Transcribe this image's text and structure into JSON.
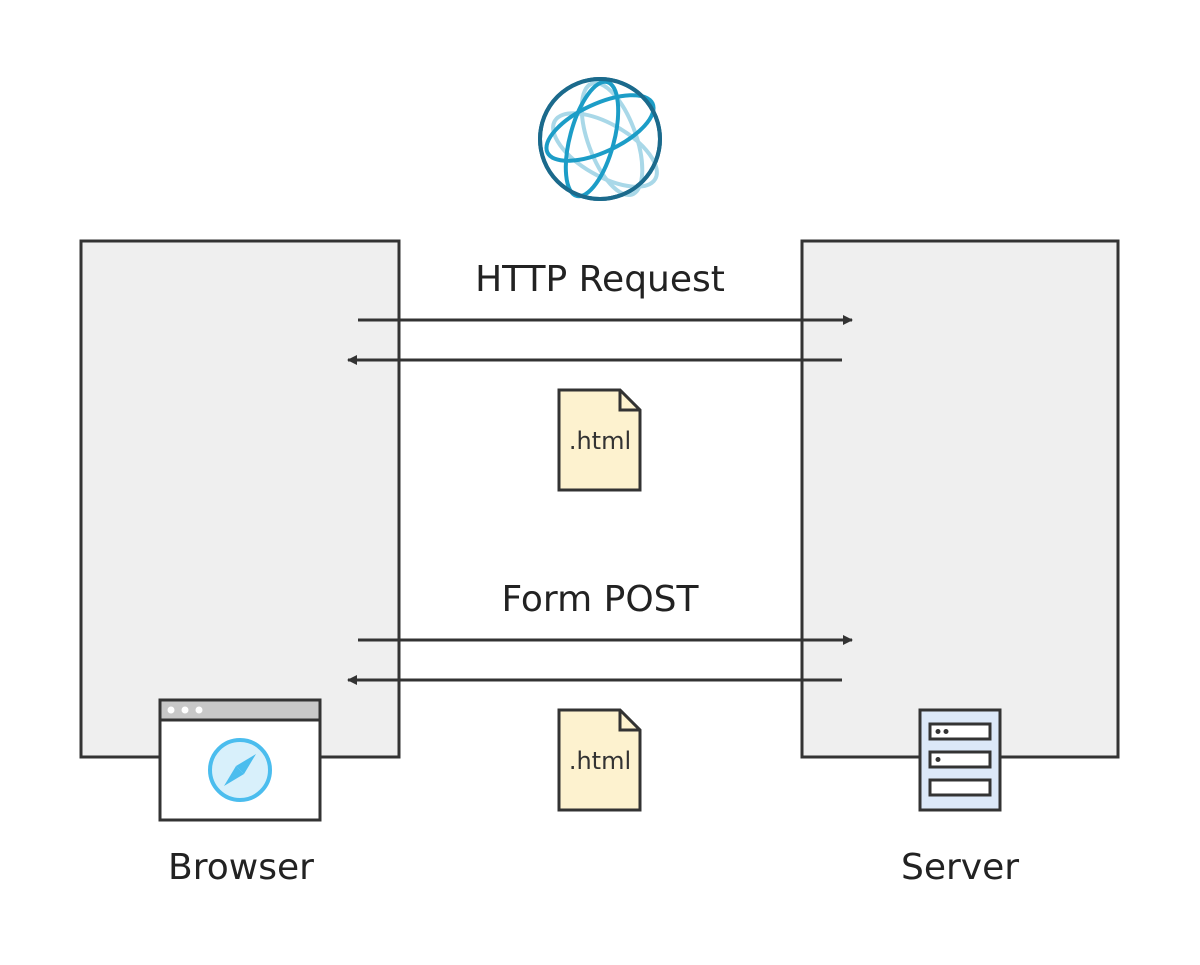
{
  "exchanges": [
    {
      "label": "HTTP Request",
      "response_file": ".html"
    },
    {
      "label": "Form POST",
      "response_file": ".html"
    }
  ],
  "nodes": {
    "browser": {
      "label": "Browser"
    },
    "server": {
      "label": "Server"
    }
  },
  "colors": {
    "panel_fill": "#efefef",
    "stroke": "#333333",
    "file_fill": "#fdf2cf",
    "globe_dark": "#1b6a8c",
    "globe_mid": "#1c9dc7",
    "globe_light": "#a9d8e8",
    "compass": "#4bbdee",
    "compass_fill": "#d8f0fb",
    "server_fill": "#dce8f8"
  },
  "icons": [
    "globe-icon",
    "browser-window-icon",
    "compass-icon",
    "server-icon",
    "html-file-icon"
  ]
}
